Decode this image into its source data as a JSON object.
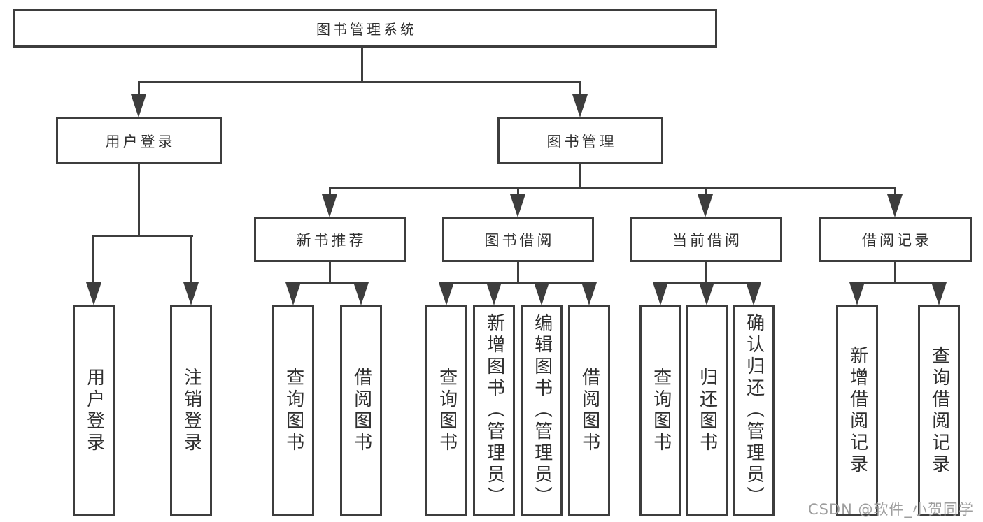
{
  "diagram": {
    "type": "hierarchy-tree",
    "tree": {
      "label": "图书管理系统",
      "children": [
        {
          "label": "用户登录",
          "children": [
            {
              "label": "用户登录"
            },
            {
              "label": "注销登录"
            }
          ]
        },
        {
          "label": "图书管理",
          "children": [
            {
              "label": "新书推荐",
              "children": [
                {
                  "label": "查询图书"
                },
                {
                  "label": "借阅图书"
                }
              ]
            },
            {
              "label": "图书借阅",
              "children": [
                {
                  "label": "查询图书"
                },
                {
                  "label": "新增图书（管理员）"
                },
                {
                  "label": "编辑图书（管理员）"
                },
                {
                  "label": "借阅图书"
                }
              ]
            },
            {
              "label": "当前借阅",
              "children": [
                {
                  "label": "查询图书"
                },
                {
                  "label": "归还图书"
                },
                {
                  "label": "确认归还（管理员）"
                }
              ]
            },
            {
              "label": "借阅记录",
              "children": [
                {
                  "label": "新增借阅记录"
                },
                {
                  "label": "查询借阅记录"
                }
              ]
            }
          ]
        }
      ]
    }
  },
  "watermark": {
    "text": "CSDN @软件_小贺同学"
  },
  "colors": {
    "line": "#3d3d3d",
    "text": "#2f2f2f",
    "background": "#ffffff",
    "watermark": "#9e9e9e"
  }
}
